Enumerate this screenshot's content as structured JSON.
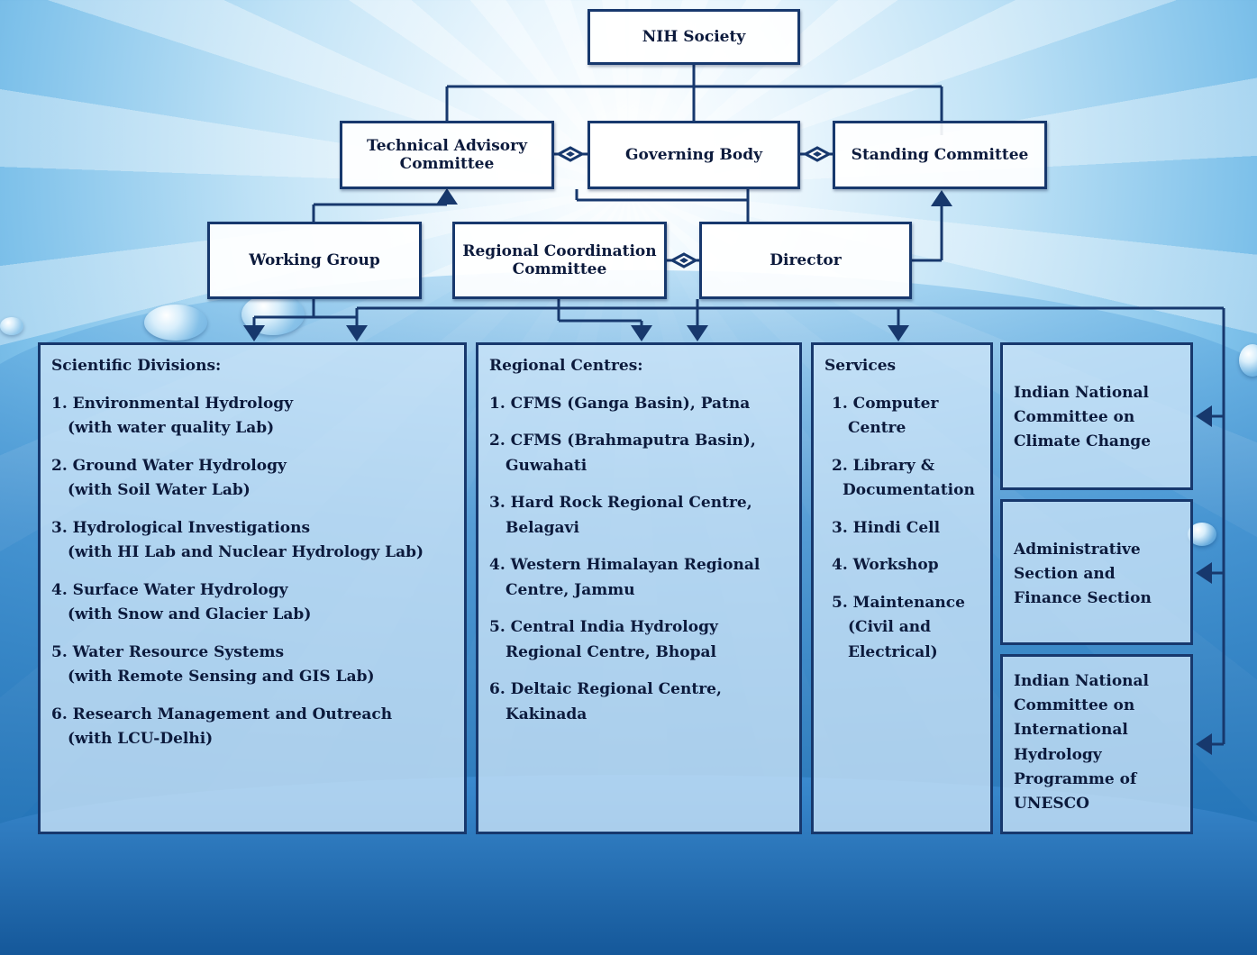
{
  "top": {
    "society": "NIH Society",
    "tac": "Technical Advisory Committee",
    "governing": "Governing Body",
    "standing": "Standing Committee",
    "working": "Working Group",
    "rcc": "Regional Coordination Committee",
    "director": "Director"
  },
  "scientific": {
    "title": "Scientific Divisions:",
    "items": [
      {
        "name": "1.   Environmental Hydrology",
        "sub": "(with water quality Lab)"
      },
      {
        "name": "2. Ground  Water  Hydrology",
        "sub": "(with Soil Water Lab)"
      },
      {
        "name": "3. Hydrological  Investigations",
        "sub": "(with HI Lab and Nuclear Hydrology Lab)"
      },
      {
        "name": "4. Surface  Water  Hydrology",
        "sub": "(with Snow and Glacier Lab)"
      },
      {
        "name": "5. Water Resource Systems",
        "sub": "(with Remote Sensing and GIS Lab)"
      },
      {
        "name": "6. Research  Management and Outreach",
        "sub": "(with LCU-Delhi)"
      }
    ]
  },
  "regional": {
    "title": "Regional Centres:",
    "items": [
      {
        "name": "1. CFMS  (Ganga Basin),  Patna",
        "sub": ""
      },
      {
        "name": "2. CFMS   (Brahmaputra  Basin),",
        "sub": "Guwahati"
      },
      {
        "name": "3. Hard  Rock  Regional  Centre,",
        "sub": "Belagavi"
      },
      {
        "name": "4. Western  Himalayan  Regional",
        "sub": "Centre, Jammu"
      },
      {
        "name": "5. Central     India    Hydrology",
        "sub": "Regional Centre, Bhopal"
      },
      {
        "name": "6. Deltaic      Regional      Centre,",
        "sub": "Kakinada"
      }
    ]
  },
  "services": {
    "title": "Services",
    "items": [
      {
        "name": "1. Computer",
        "sub": "Centre"
      },
      {
        "name": "2. Library   &",
        "sub": "Documentation"
      },
      {
        "name": "3. Hindi Cell",
        "sub": ""
      },
      {
        "name": "4. Workshop",
        "sub": ""
      },
      {
        "name": "5. Maintenance",
        "sub": "(Civil and Electrical)"
      }
    ]
  },
  "side": {
    "climate": "Indian National Committee on Climate Change",
    "admin": "Administrative Section and Finance Section",
    "unesco": "Indian National Committee on International Hydrology Programme of UNESCO"
  },
  "colors": {
    "line": "#17386d",
    "box_fill": "#ffffff",
    "panel_fill": "#cde6f8"
  }
}
